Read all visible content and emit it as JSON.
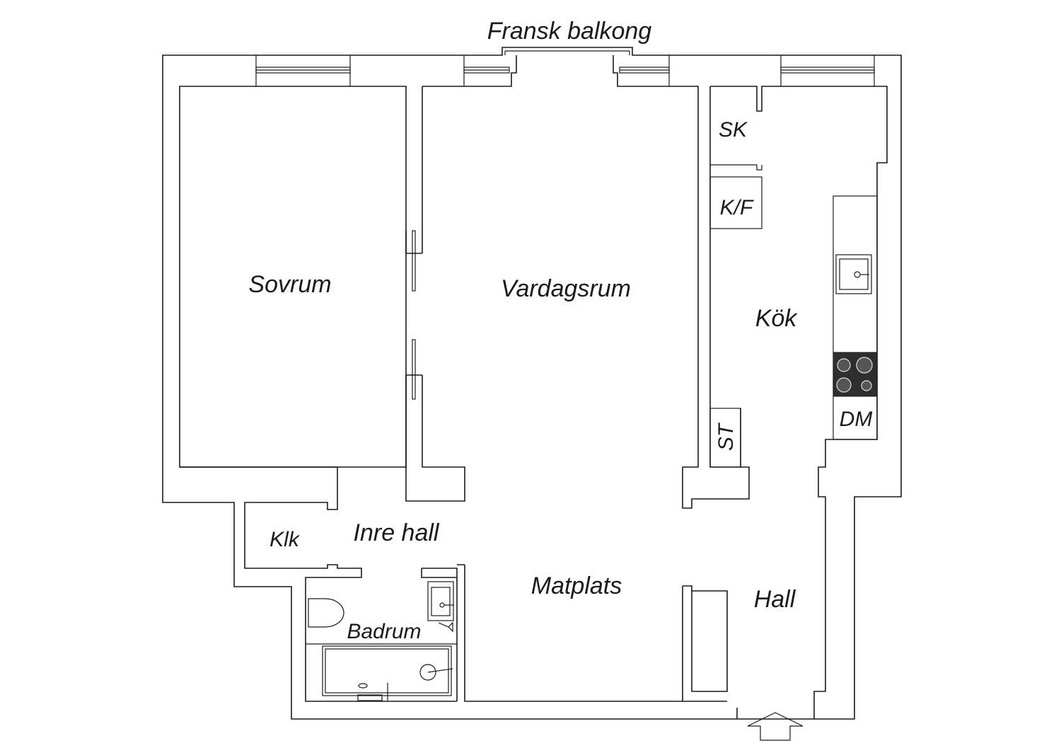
{
  "plan": {
    "labels": {
      "balcony": "Fransk balkong",
      "bedroom": "Sovrum",
      "living_room": "Vardagsrum",
      "kitchen": "Kök",
      "closet": "SK",
      "fridge_freezer": "K/F",
      "dishwasher": "DM",
      "storage": "ST",
      "wardrobe": "Klk",
      "inner_hall": "Inre hall",
      "dining": "Matplats",
      "hall": "Hall",
      "bathroom": "Badrum"
    },
    "entrance_icon": "entrance-arrow-icon"
  }
}
